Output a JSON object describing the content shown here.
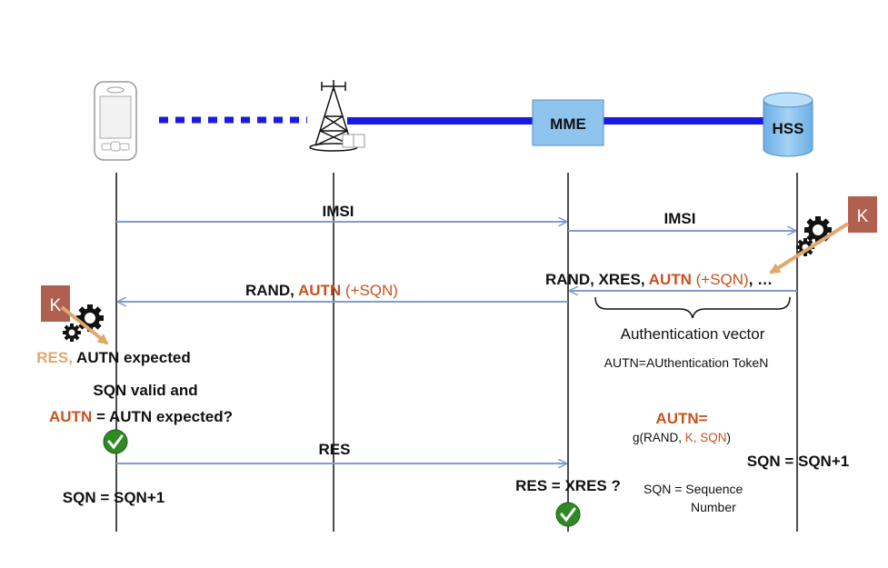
{
  "colors": {
    "accent_orange": "#c8511f",
    "res_tan": "#e0a86a",
    "arrow_blue": "#7f9bd0",
    "link_blue": "#1a1ae0",
    "node_fill": "#8ec4ee",
    "key_box": "#b0604f"
  },
  "nodes": {
    "mme": "MME",
    "hss": "HSS"
  },
  "messages": {
    "imsi_1": "IMSI",
    "imsi_2": "IMSI",
    "vector_rand": "RAND, XRES, ",
    "vector_autn": "AUTN",
    "vector_sqn": " (+SQN)",
    "vector_more": ", …",
    "challenge_rand": "RAND, ",
    "challenge_autn": "AUTN",
    "challenge_sqn": " (+SQN)",
    "res": "RES"
  },
  "keys": {
    "hss_key": "K",
    "ue_key": "K"
  },
  "ue_side": {
    "res_prefix": "RES,",
    "res_rest": " AUTN expected",
    "sqn_valid": "SQN valid and",
    "autn_prefix": "AUTN",
    "autn_rest": " = AUTN expected?",
    "sqn_update": "SQN = SQN+1"
  },
  "network_side": {
    "auth_vector": "Authentication vector",
    "autn_def": "AUTN=AUthentication TokeN",
    "autn_eq": "AUTN=",
    "g_prefix": "g(RAND, ",
    "g_k": "K, SQN",
    "g_suffix": ")",
    "hss_sqn_update": "SQN = SQN+1",
    "res_check": "RES = XRES ?",
    "sqn_legend_1": "SQN  = Sequence",
    "sqn_legend_2": "Number"
  },
  "icons": {
    "ue": "mobile-phone-icon",
    "enb": "cell-tower-icon",
    "hss_db": "database-icon",
    "gears": "gears-icon",
    "check": "check-circle-icon"
  }
}
